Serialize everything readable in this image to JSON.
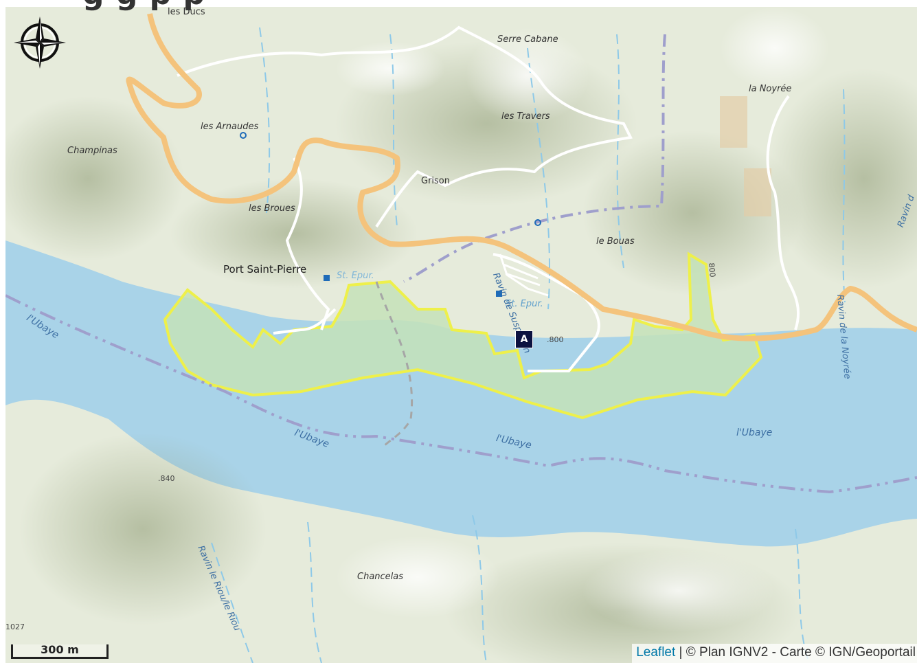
{
  "title_partial": "g g p p",
  "labels": {
    "les_ducs": "les Ducs",
    "serre_cabane": "Serre Cabane",
    "la_noyree": "la Noyrée",
    "les_travers": "les Travers",
    "les_arnaudes": "les Arnaudes",
    "champinas": "Champinas",
    "grison": "Grison",
    "les_broues": "les Broues",
    "le_bouas": "le Bouas",
    "port_saint_pierre": "Port Saint-Pierre",
    "st_epur_1": "St. Epur.",
    "st_epur_2": "St. Epur.",
    "ravin_de_susponon": "Ravin de Susponon",
    "ravin_de_la_noyree": "Ravin de la Noyrée",
    "ravin_d": "Ravin d",
    "elev_800_a": ".800",
    "elev_800_b": "800",
    "elev_840": ".840",
    "elev_1027": "1027",
    "ubaye_1": "l'Ubaye",
    "ubaye_2": "l'Ubaye",
    "ubaye_3": "l'Ubaye",
    "ubaye_4": "l'Ubaye",
    "ravin_le_riou": "Ravin le Riou/le Riou",
    "chancelas": "Chancelas"
  },
  "marker": {
    "label": "A"
  },
  "scale": {
    "label": "300 m"
  },
  "attribution": {
    "link": "Leaflet",
    "text": " | © Plan IGNV2 - Carte © IGN/Geoportail"
  },
  "colors": {
    "water": "#a9d3e8",
    "land": "#e6ebdb",
    "road_main": "#f4c37c",
    "highlight_fill": "#c4e2b8",
    "highlight_stroke": "#eef04a",
    "marker": "#0c1240"
  },
  "icons": {
    "compass": "compass-rose-icon"
  }
}
